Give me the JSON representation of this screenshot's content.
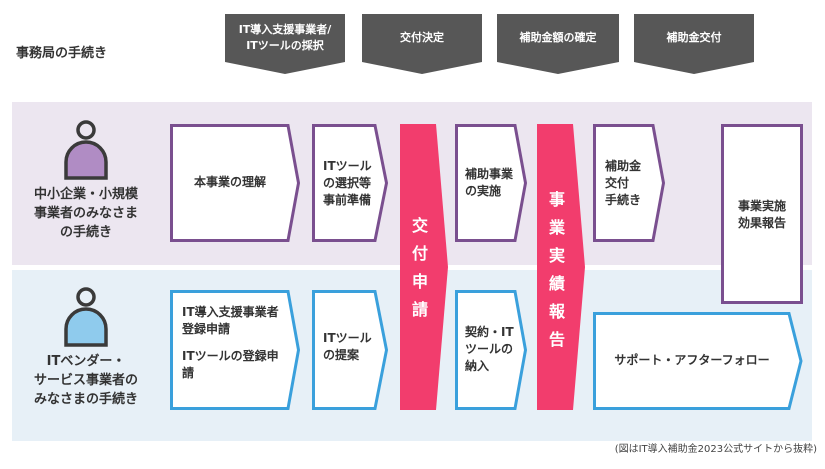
{
  "header_label": "事務局の手続き",
  "phases": [
    {
      "line1": "IT導入支援事業者/",
      "line2": "ITツールの採択"
    },
    {
      "line1": "交付決定",
      "line2": ""
    },
    {
      "line1": "補助金額の確定",
      "line2": ""
    },
    {
      "line1": "補助金交付",
      "line2": ""
    }
  ],
  "actors": {
    "sme": {
      "lines": [
        "中小企業・小規模",
        "事業者のみなさま",
        "の手続き"
      ]
    },
    "vendor": {
      "lines": [
        "ITベンダー・",
        "サービス事業者の",
        "みなさまの手続き"
      ]
    }
  },
  "sme_steps": {
    "understand": {
      "lines": [
        "本事業の理解"
      ]
    },
    "select": {
      "lines": [
        "ITツール",
        "の選択等",
        "事前準備"
      ]
    },
    "implement": {
      "lines": [
        "補助事業",
        "の実施"
      ]
    },
    "grant": {
      "lines": [
        "補助金",
        "交付",
        "手続き"
      ]
    },
    "effect": {
      "lines": [
        "事業実施",
        "効果報告"
      ]
    }
  },
  "vendor_steps": {
    "register": {
      "lines": [
        "IT導入支援事業者",
        "登録申請",
        "ITツールの登録申",
        "請"
      ]
    },
    "propose": {
      "lines": [
        "ITツール",
        "の提案"
      ]
    },
    "contract": {
      "lines": [
        "契約・IT",
        "ツールの",
        "納入"
      ]
    },
    "support": {
      "lines": [
        "サポート・アフターフォロー"
      ]
    }
  },
  "pink_steps": {
    "apply": {
      "chars": [
        "交",
        "付",
        "申",
        "請"
      ]
    },
    "report": {
      "chars": [
        "事",
        "業",
        "実",
        "績",
        "報",
        "告"
      ]
    }
  },
  "caption": "(図はIT導入補助金2023公式サイトから抜粋)",
  "colors": {
    "purple": "#7a4f8f",
    "blue": "#3aa0dc",
    "pink": "#f23d6d",
    "phase_gray": "#575757",
    "sme_bg": "#ece6f0",
    "vendor_bg": "#e7f0f7",
    "sme_person": "#b08cc4",
    "vendor_person": "#8fcbed"
  }
}
